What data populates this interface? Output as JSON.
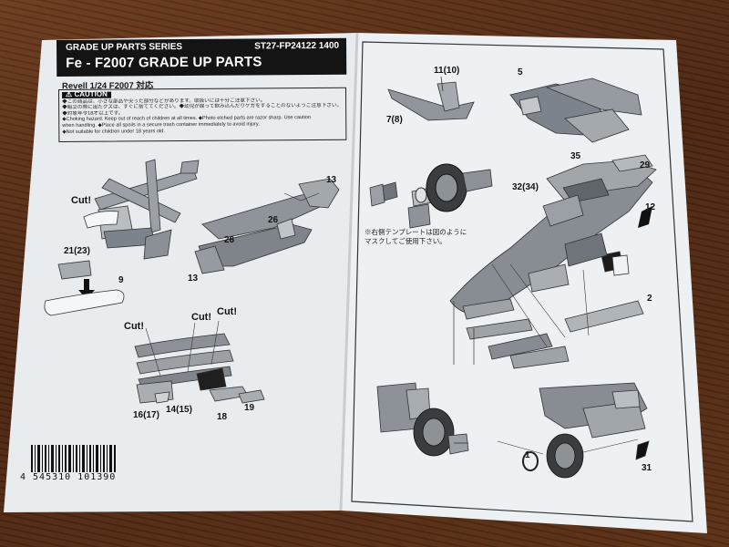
{
  "header": {
    "series": "GRADE UP PARTS SERIES",
    "code": "ST27-FP24122  1400",
    "title": "Fe - F2007 GRADE UP PARTS",
    "subtitle": "Revell 1/24 F2007 対応"
  },
  "caution": {
    "title": "CAUTION",
    "lines": [
      "◆この商品は、小さな部品や尖った部分などがあります。取扱いには十分ご注意下さい。",
      "◆組立の際に出たクズは、すぐに捨ててください。◆幼児が誤って飲み込んだりケガをすることのないようご注意下さい。",
      "◆対象年令18才以上です。",
      "◆Choking hazard. Keep out of reach of children at all times. ◆Photo etched parts are razor sharp. Use caution",
      "  when handling. ◆Place all spoils in a secure trash container immediately to avoid injury.",
      "◆Not suitable for children under 18 years old."
    ]
  },
  "labels": {
    "cut1": "Cut!",
    "cut2": "Cut!",
    "cut3": "Cut!",
    "cut4": "Cut!",
    "p9": "9",
    "p13a": "13",
    "p13b": "13",
    "p26a": "26",
    "p26b": "26",
    "p21": "21(23)",
    "p16": "16(17)",
    "p14": "14(15)",
    "p18": "18",
    "p19": "19",
    "p11": "11(10)",
    "p7": "7(8)",
    "p5": "5",
    "p35": "35",
    "p29": "29",
    "p32": "32(34)",
    "p12": "12",
    "p2": "2",
    "p1": "1",
    "p31": "31"
  },
  "note_jp": [
    "※右側テンプレートは図のように",
    "マスクしてご使用下さい。"
  ],
  "barcode": {
    "number": "4 545310 101390"
  }
}
